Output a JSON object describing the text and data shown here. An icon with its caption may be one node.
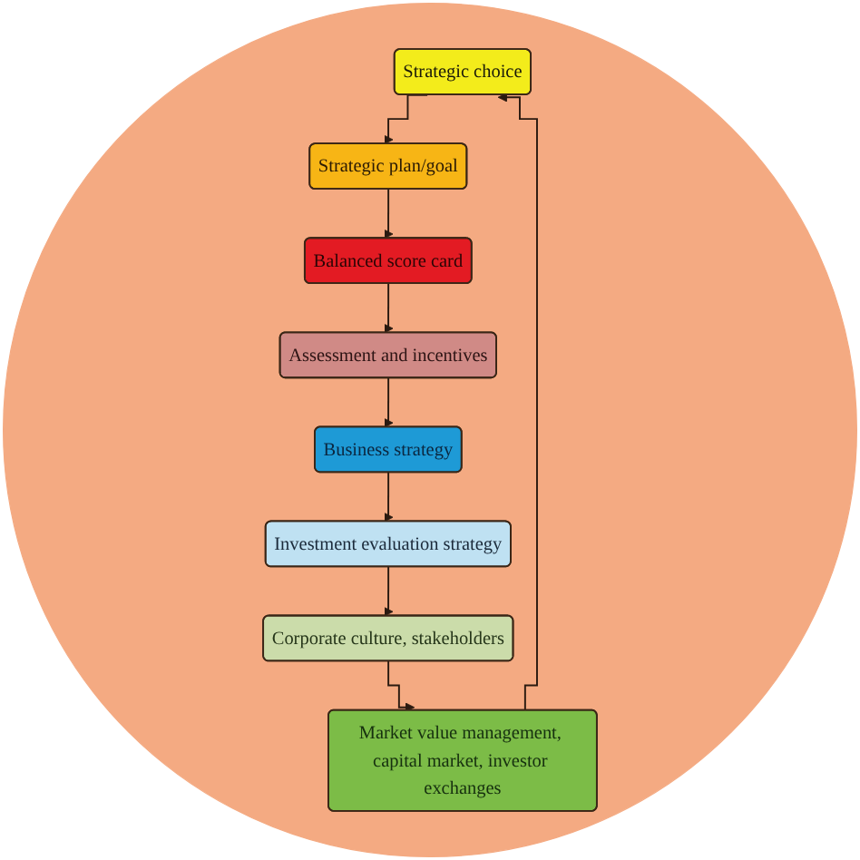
{
  "diagram": {
    "nodes": [
      {
        "text": [],
        "shape": "circle"
      },
      {
        "text": [
          "Strategic choice"
        ],
        "in": 0
      },
      {
        "text": [
          "Strategic plan/goal"
        ],
        "in": 0
      },
      {
        "text": [
          "Balanced score card"
        ],
        "in": 0
      },
      {
        "text": [
          "Assessment and incentives"
        ],
        "in": 0
      },
      {
        "text": [
          "Business strategy"
        ],
        "in": 0
      },
      {
        "text": [
          "Investment evaluation strategy"
        ],
        "in": 0
      },
      {
        "text": [
          "Corporate culture, stakeholders"
        ],
        "in": 0
      },
      {
        "text": [
          "Market value management, capital market, investor exchanges"
        ],
        "in": 0
      }
    ],
    "edges": [
      {
        "from": 1,
        "to": 2,
        "arrow": "to"
      },
      {
        "from": 2,
        "to": 3,
        "arrow": "to"
      },
      {
        "from": 3,
        "to": 4,
        "arrow": "to"
      },
      {
        "from": 4,
        "to": 5,
        "arrow": "to"
      },
      {
        "from": 5,
        "to": 6,
        "arrow": "to"
      },
      {
        "from": 6,
        "to": 7,
        "arrow": "to"
      },
      {
        "from": 7,
        "to": 8,
        "arrow": "to"
      },
      {
        "from": 8,
        "to": 1,
        "arrow": "to"
      }
    ]
  }
}
